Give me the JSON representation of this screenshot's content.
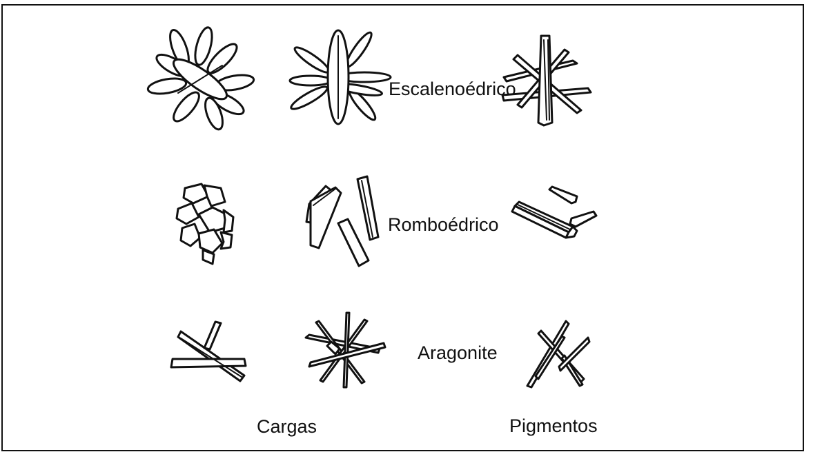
{
  "labels": {
    "scalenohedral": "Escalenoédrico",
    "rhombohedral": "Romboédrico",
    "aragonite": "Aragonite",
    "fillers": "Cargas",
    "pigments": "Pigmentos"
  },
  "colors": {
    "line": "#111111",
    "background": "#ffffff"
  }
}
